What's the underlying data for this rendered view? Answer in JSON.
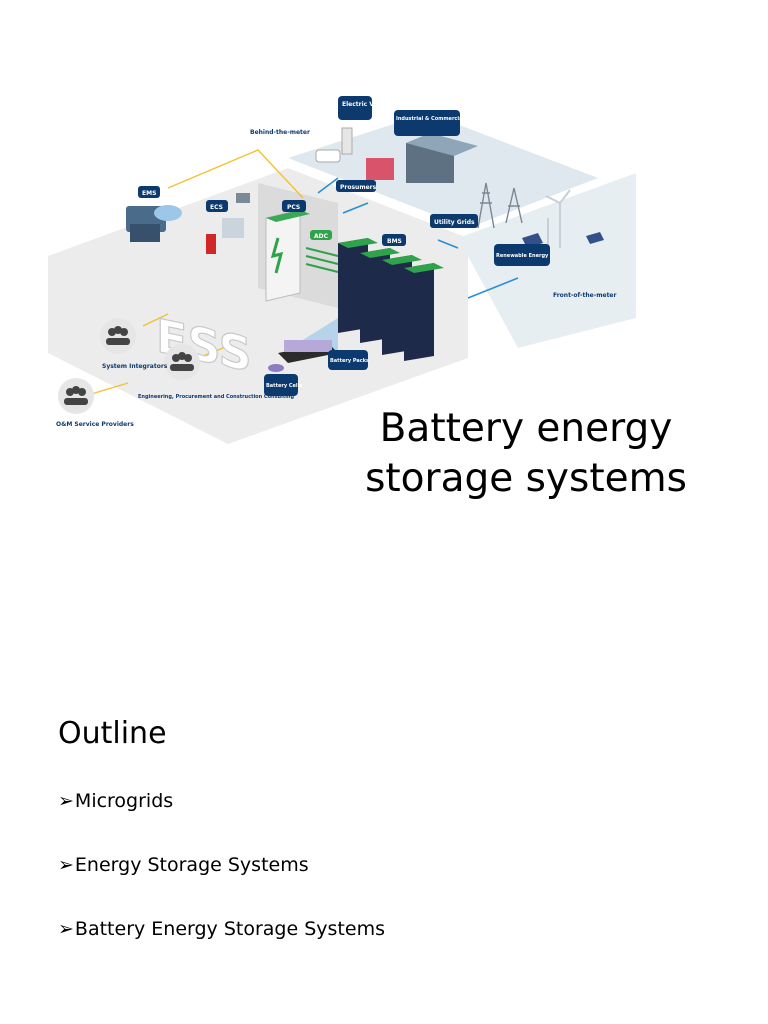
{
  "slide1": {
    "title": "Battery energy storage systems",
    "diagram": {
      "labels": {
        "electric_vehicle": "Electric Vehicle",
        "industrial": "Industrial & Commercial Customers",
        "behind_meter": "Behind-the-meter",
        "prosumers": "Prosumers",
        "ems": "EMS",
        "ecs": "ECS",
        "pcs": "PCS",
        "bms": "BMS",
        "adc": "ADC",
        "utility_grids": "Utility Grids",
        "renewable": "Renewable Energy",
        "front_meter": "Front-of-the-meter",
        "ess": "ESS",
        "system_integrators": "System Integrators",
        "epc": "Engineering, Procurement and Construction Consulting",
        "om": "O&M Service Providers",
        "battery_packs": "Battery Packs",
        "battery_cells": "Battery Cells"
      },
      "colors": {
        "navy": "#0d3a6e",
        "green": "#2ea34a",
        "blue": "#2a8fd6",
        "yellow": "#f2c230"
      }
    }
  },
  "slide2": {
    "title": "Outline",
    "bullet_marker": "➢",
    "items": [
      "Microgrids",
      "Energy Storage Systems",
      "Battery Energy Storage Systems"
    ]
  }
}
